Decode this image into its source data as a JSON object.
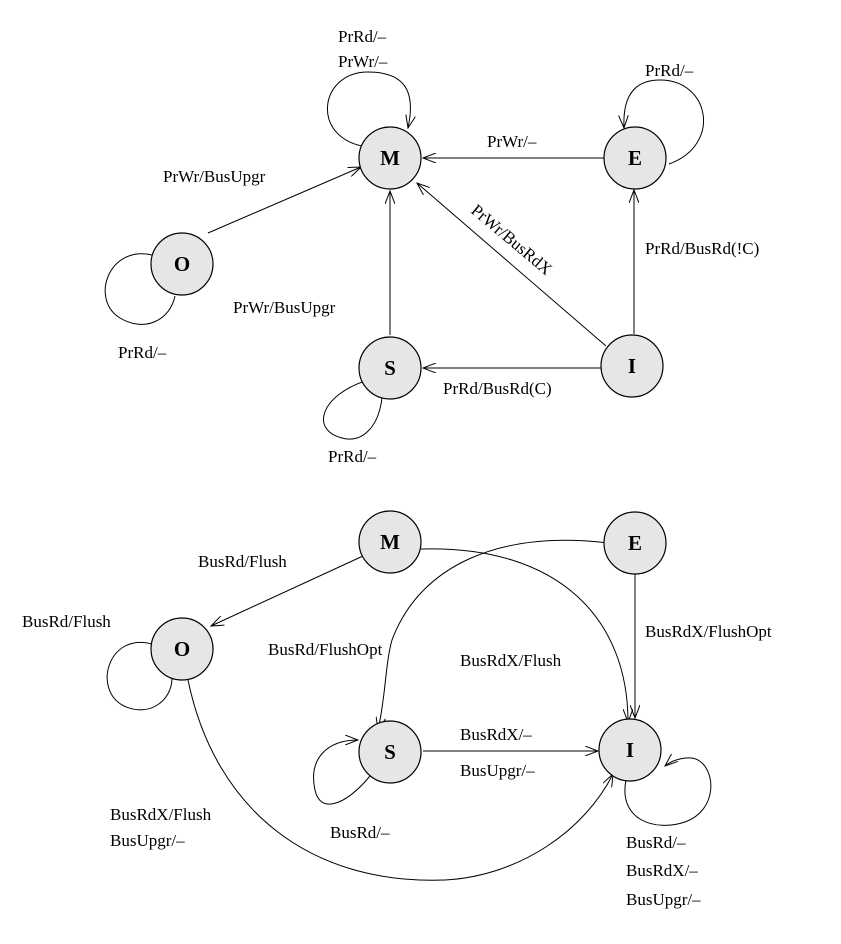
{
  "top_diagram": {
    "states": {
      "M": "M",
      "E": "E",
      "O": "O",
      "S": "S",
      "I": "I"
    },
    "labels": {
      "m_self_1": "PrRd/–",
      "m_self_2": "PrWr/–",
      "e_self": "PrRd/–",
      "e_to_m": "PrWr/–",
      "o_to_m": "PrWr/BusUpgr",
      "o_self": "PrRd/–",
      "s_to_m": "PrWr/BusUpgr",
      "s_self": "PrRd/–",
      "i_to_m": "PrWr/BusRdX",
      "i_to_e": "PrRd/BusRd(!C)",
      "i_to_s": "PrRd/BusRd(C)"
    }
  },
  "bottom_diagram": {
    "states": {
      "M": "M",
      "E": "E",
      "O": "O",
      "S": "S",
      "I": "I"
    },
    "labels": {
      "m_to_o": "BusRd/Flush",
      "o_self": "BusRd/Flush",
      "e_to_s": "BusRd/FlushOpt",
      "m_to_i": "BusRdX/Flush",
      "e_to_i": "BusRdX/FlushOpt",
      "s_to_i_1": "BusRdX/–",
      "s_to_i_2": "BusUpgr/–",
      "s_self": "BusRd/–",
      "o_to_i_1": "BusRdX/Flush",
      "o_to_i_2": "BusUpgr/–",
      "i_self_1": "BusRd/–",
      "i_self_2": "BusRdX/–",
      "i_self_3": "BusUpgr/–"
    }
  }
}
